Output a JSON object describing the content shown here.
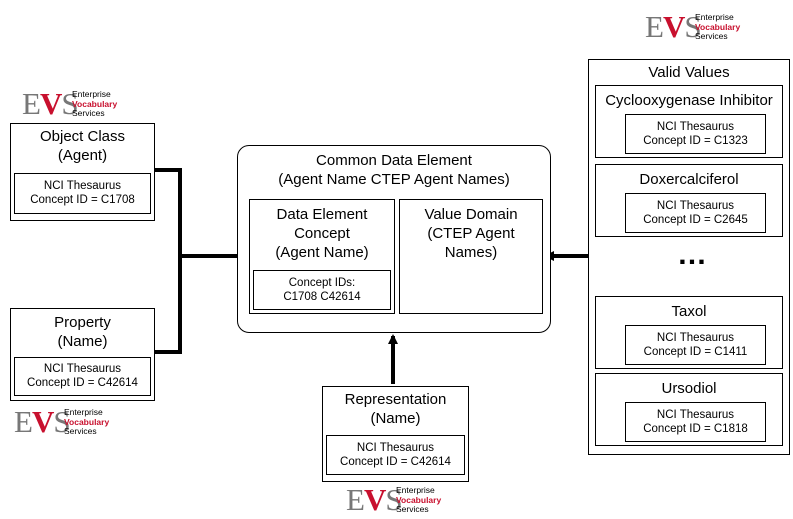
{
  "logos": {
    "line1": "Enterprise",
    "line2": "Vocabulary",
    "line3": "Services",
    "mark": "EVS",
    "colors": {
      "grey": "#777777",
      "red": "#c8102e"
    }
  },
  "object_class": {
    "title1": "Object Class",
    "title2": "(Agent)",
    "inner1": "NCI Thesaurus",
    "inner2": "Concept ID = C1708"
  },
  "property": {
    "title1": "Property",
    "title2": "(Name)",
    "inner1": "NCI Thesaurus",
    "inner2": "Concept ID = C42614"
  },
  "cde": {
    "title1": "Common Data Element",
    "title2": "(Agent Name CTEP Agent Names)",
    "dec": {
      "title1": "Data Element",
      "title2": "Concept",
      "title3": "(Agent Name)",
      "inner1": "Concept IDs:",
      "inner2": "C1708 C42614"
    },
    "vd": {
      "title1": "Value Domain",
      "title2": "(CTEP Agent",
      "title3": "Names)"
    }
  },
  "representation": {
    "title1": "Representation",
    "title2": "(Name)",
    "inner1": "NCI Thesaurus",
    "inner2": "Concept ID = C42614"
  },
  "valid_values": {
    "title": "Valid Values",
    "ellipsis": "…",
    "items": [
      {
        "name": "Cyclooxygenase Inhibitor",
        "inner1": "NCI Thesaurus",
        "inner2": "Concept ID = C1323"
      },
      {
        "name": "Doxercalciferol",
        "inner1": "NCI Thesaurus",
        "inner2": "Concept ID = C2645"
      },
      {
        "name": "Taxol",
        "inner1": "NCI Thesaurus",
        "inner2": "Concept ID = C1411"
      },
      {
        "name": "Ursodiol",
        "inner1": "NCI Thesaurus",
        "inner2": "Concept ID = C1818"
      }
    ]
  }
}
